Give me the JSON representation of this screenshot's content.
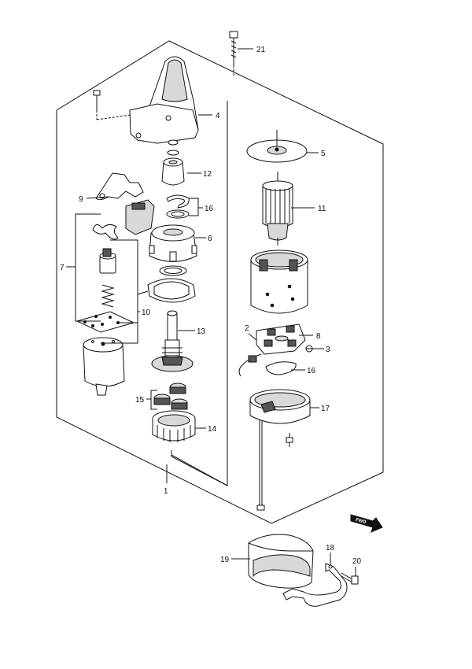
{
  "callouts": {
    "c1": "1",
    "c2": "2",
    "c3": "3",
    "c4": "4",
    "c5": "5",
    "c6": "6",
    "c7": "7",
    "c8": "8",
    "c9": "9",
    "c10": "10",
    "c11": "11",
    "c12": "12",
    "c13": "13",
    "c14": "14",
    "c15": "15",
    "c16a": "16",
    "c16b": "16",
    "c17": "17",
    "c18": "18",
    "c19": "19",
    "c20": "20",
    "c21": "21"
  },
  "fwd_badge": "FWD",
  "colors": {
    "line": "#111111",
    "shade": "#d8d8d8",
    "background": "#ffffff"
  }
}
